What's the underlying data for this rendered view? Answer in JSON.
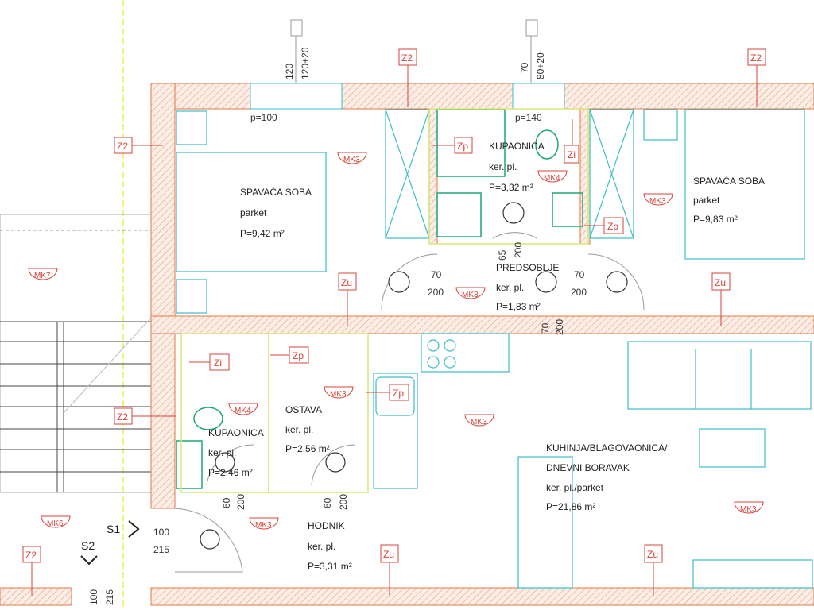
{
  "title": "Floor plan",
  "rooms": [
    {
      "name": "SPAVAĆA SOBA",
      "floor": "parket",
      "area": "P=9,42 m²"
    },
    {
      "name": "KUPAONICA",
      "floor": "ker. pl.",
      "area": "P=3,32 m²"
    },
    {
      "name": "SPAVAĆA SOBA",
      "floor": "parket",
      "area": "P=9,83 m²"
    },
    {
      "name": "PREDSOBLJE",
      "floor": "ker. pl.",
      "area": "P=1,83 m²"
    },
    {
      "name": "KUPAONICA",
      "floor": "ker. pl.",
      "area": "P=2,46 m²"
    },
    {
      "name": "OSTAVA",
      "floor": "ker. pl.",
      "area": "P=2,56 m²"
    },
    {
      "name": "HODNIK",
      "floor": "ker. pl.",
      "area": "P=3,31 m²"
    },
    {
      "name": "KUHINJA/BLAGOVAONICA/",
      "name2": "DNEVNI BORAVAK",
      "floor": "ker. pl./parket",
      "area": "P=21,86 m²"
    }
  ],
  "tags": {
    "z2": "Z2",
    "zp": "Zp",
    "zi": "Zi",
    "zu": "Zu",
    "mk3": "MK3",
    "mk4": "MK4",
    "mk6": "MK6",
    "mk7": "MK7"
  },
  "sections": {
    "s1": "S1",
    "s2": "S2"
  },
  "dims": {
    "win1_a": "120",
    "win1_b": "120+20",
    "win2_a": "70",
    "win2_b": "80+20",
    "p100": "p=100",
    "p140": "p=140",
    "d65": "65",
    "d70": "70",
    "d60": "60",
    "d100": "100",
    "d200": "200",
    "d215": "215"
  },
  "colors": {
    "wall": "#e07a4a",
    "tag": "#d9443a",
    "furniture": "#3cbfc8",
    "sanitary": "#1aa67a"
  }
}
